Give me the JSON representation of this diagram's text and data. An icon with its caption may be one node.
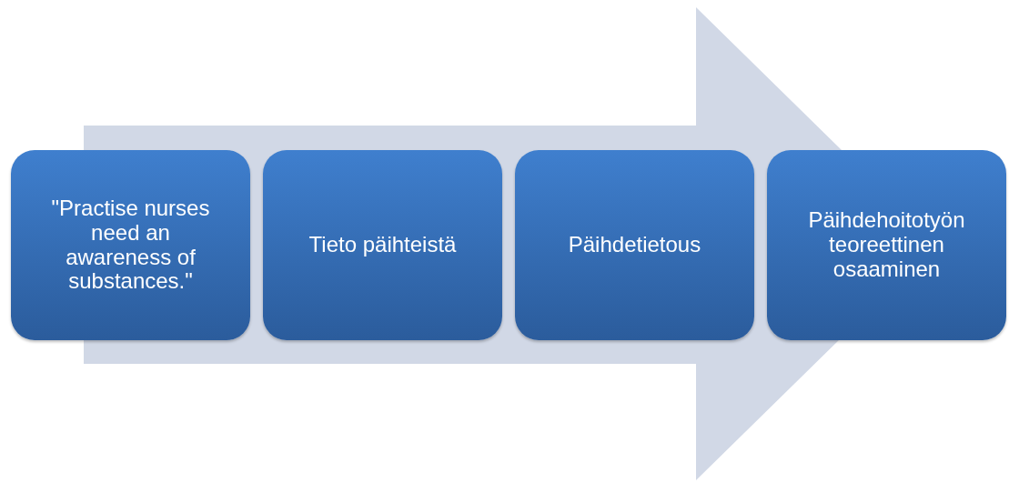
{
  "diagram": {
    "nodes": [
      {
        "text": [
          "\"Practise nurses need an awareness of substances.\""
        ]
      },
      {
        "text": [
          "Tieto päihteistä"
        ]
      },
      {
        "text": [
          "Päihdetietous"
        ]
      },
      {
        "text": [
          "Päihdehoitotyön teoreettinen osaaminen"
        ]
      }
    ],
    "edges": [
      {
        "from": 0,
        "to": 3,
        "arrow": "to"
      }
    ]
  }
}
